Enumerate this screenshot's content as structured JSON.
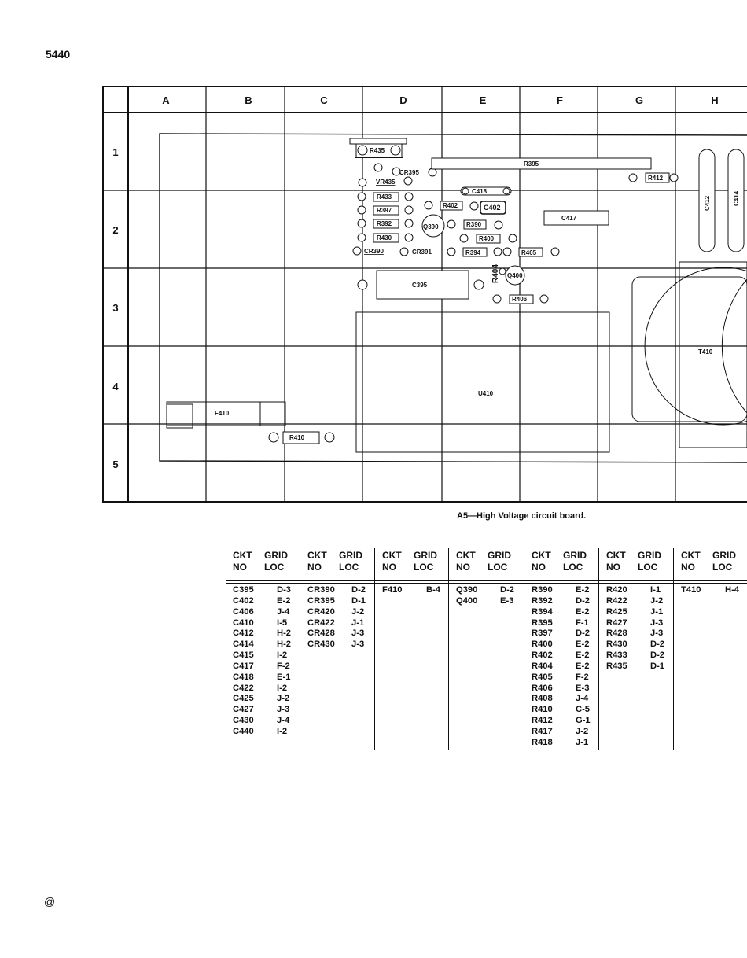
{
  "page_number": "5440",
  "footer_mark": "@",
  "caption": "A5—High Voltage circuit board.",
  "grid": {
    "columns": [
      "A",
      "B",
      "C",
      "D",
      "E",
      "F",
      "G",
      "H"
    ],
    "rows": [
      "1",
      "2",
      "3",
      "4",
      "5"
    ]
  },
  "components": {
    "R435": "R435",
    "CR395": "CR395",
    "VR435": "VR435",
    "R395": "R395",
    "R412": "R412",
    "C418": "C418",
    "R433": "R433",
    "R397": "R397",
    "R392": "R392",
    "R430": "R430",
    "CR390": "CR390",
    "CR391": "CR391",
    "R402": "R402",
    "C402": "C402",
    "Q390": "Q390",
    "R390": "R390",
    "R400": "R400",
    "R394": "R394",
    "R405": "R405",
    "R404": "R404",
    "Q400": "Q400",
    "R406": "R406",
    "C395": "C395",
    "C417": "C417",
    "C412": "C412",
    "C414": "C414",
    "T410": "T410",
    "U410": "U410",
    "F410": "F410",
    "R410": "R410"
  },
  "table": {
    "header_ckt_line1": "CKT",
    "header_ckt_line2": "NO",
    "header_grid_line1": "GRID",
    "header_grid_line2": "LOC",
    "groups": [
      {
        "rows": [
          [
            "C395",
            "D-3"
          ],
          [
            "C402",
            "E-2"
          ],
          [
            "C406",
            "J-4"
          ],
          [
            "C410",
            "I-5"
          ],
          [
            "C412",
            "H-2"
          ],
          [
            "C414",
            "H-2"
          ],
          [
            "C415",
            "I-2"
          ],
          [
            "C417",
            "F-2"
          ],
          [
            "C418",
            "E-1"
          ],
          [
            "C422",
            "I-2"
          ],
          [
            "C425",
            "J-2"
          ],
          [
            "C427",
            "J-3"
          ],
          [
            "C430",
            "J-4"
          ],
          [
            "C440",
            "I-2"
          ]
        ]
      },
      {
        "rows": [
          [
            "CR390",
            "D-2"
          ],
          [
            "CR395",
            "D-1"
          ],
          [
            "CR420",
            "J-2"
          ],
          [
            "CR422",
            "J-1"
          ],
          [
            "CR428",
            "J-3"
          ],
          [
            "CR430",
            "J-3"
          ]
        ]
      },
      {
        "rows": [
          [
            "F410",
            "B-4"
          ]
        ]
      },
      {
        "rows": [
          [
            "Q390",
            "D-2"
          ],
          [
            "Q400",
            "E-3"
          ]
        ]
      },
      {
        "rows": [
          [
            "R390",
            "E-2"
          ],
          [
            "R392",
            "D-2"
          ],
          [
            "R394",
            "E-2"
          ],
          [
            "R395",
            "F-1"
          ],
          [
            "R397",
            "D-2"
          ],
          [
            "R400",
            "E-2"
          ],
          [
            "R402",
            "E-2"
          ],
          [
            "R404",
            "E-2"
          ],
          [
            "R405",
            "F-2"
          ],
          [
            "R406",
            "E-3"
          ],
          [
            "R408",
            "J-4"
          ],
          [
            "R410",
            "C-5"
          ],
          [
            "R412",
            "G-1"
          ],
          [
            "R417",
            "J-2"
          ],
          [
            "R418",
            "J-1"
          ]
        ]
      },
      {
        "rows": [
          [
            "R420",
            "I-1"
          ],
          [
            "R422",
            "J-2"
          ],
          [
            "R425",
            "J-1"
          ],
          [
            "R427",
            "J-3"
          ],
          [
            "R428",
            "J-3"
          ],
          [
            "R430",
            "D-2"
          ],
          [
            "R433",
            "D-2"
          ],
          [
            "R435",
            "D-1"
          ]
        ]
      },
      {
        "rows": [
          [
            "T410",
            "H-4"
          ]
        ]
      }
    ]
  }
}
